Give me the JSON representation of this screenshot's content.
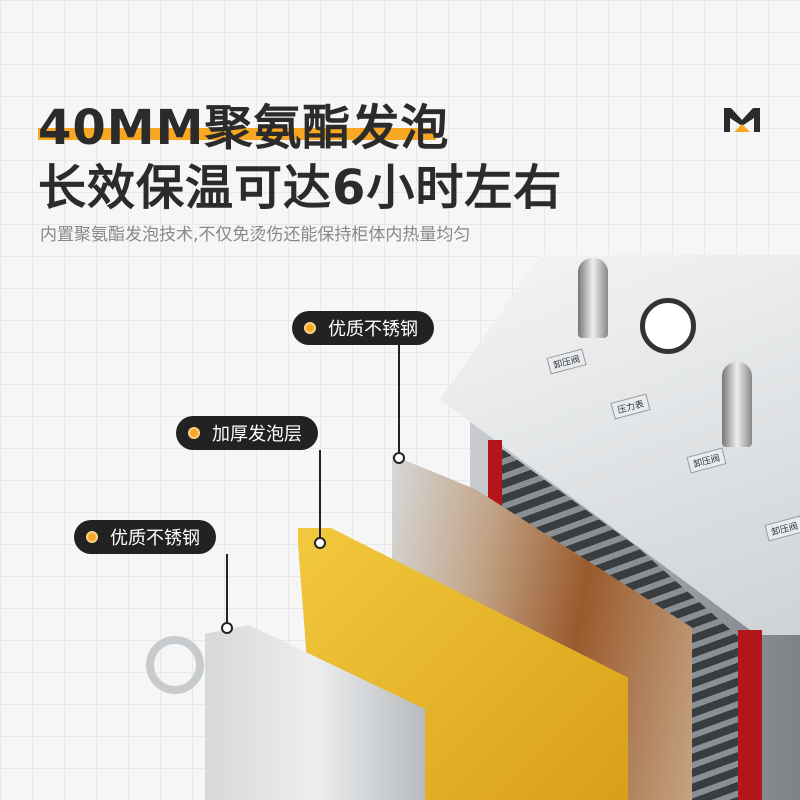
{
  "headline": {
    "line1": "40MM聚氨酯发泡",
    "line2": "长效保温可达6小时左右",
    "subtitle": "内置聚氨酯发泡技术,不仅免烫伤还能保持柜体内热量均匀"
  },
  "callouts": [
    {
      "label": "优质不锈钢"
    },
    {
      "label": "加厚发泡层"
    },
    {
      "label": "优质不锈钢"
    }
  ],
  "plates": [
    "卸压阀",
    "压力表",
    "卸压阀",
    "卸压阀"
  ],
  "logo": "brand-logo",
  "colors": {
    "accent": "#f7a723",
    "text": "#2b2b2b",
    "tag_bg": "#222222",
    "foam": "#e8b628",
    "inner_panel": "#a8693a"
  }
}
